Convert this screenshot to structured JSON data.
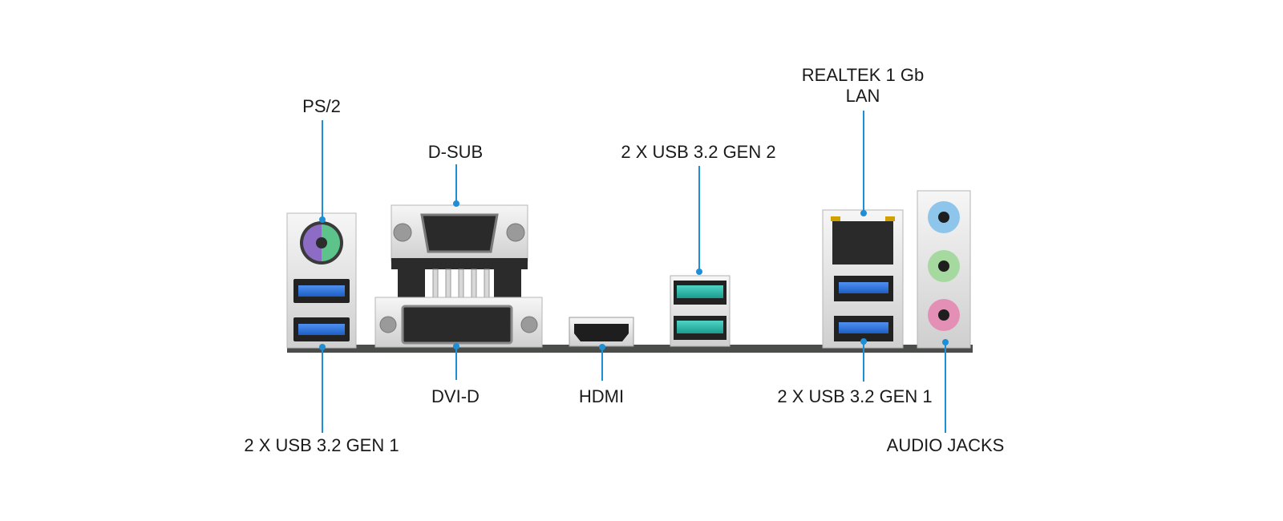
{
  "labels": {
    "ps2": "PS/2",
    "dsub": "D-SUB",
    "usb_gen2": "2 X USB 3.2 GEN 2",
    "lan_line1": "REALTEK 1 Gb",
    "lan_line2": "LAN",
    "usb_gen1_left": "2 X USB 3.2 GEN 1",
    "dvid": "DVI-D",
    "hdmi": "HDMI",
    "usb_gen1_right": "2 X USB 3.2 GEN 1",
    "audio": "AUDIO JACKS"
  },
  "colors": {
    "callout": "#1e8fd5",
    "usb32_gen1": "#1f6fd6",
    "usb32_gen2": "#1fb5a6",
    "ps2_purple": "#8c6cc4",
    "ps2_green": "#5cc48a",
    "audio_blue": "#8ec5ea",
    "audio_green": "#a6d9a0",
    "audio_pink": "#e48fb5"
  }
}
